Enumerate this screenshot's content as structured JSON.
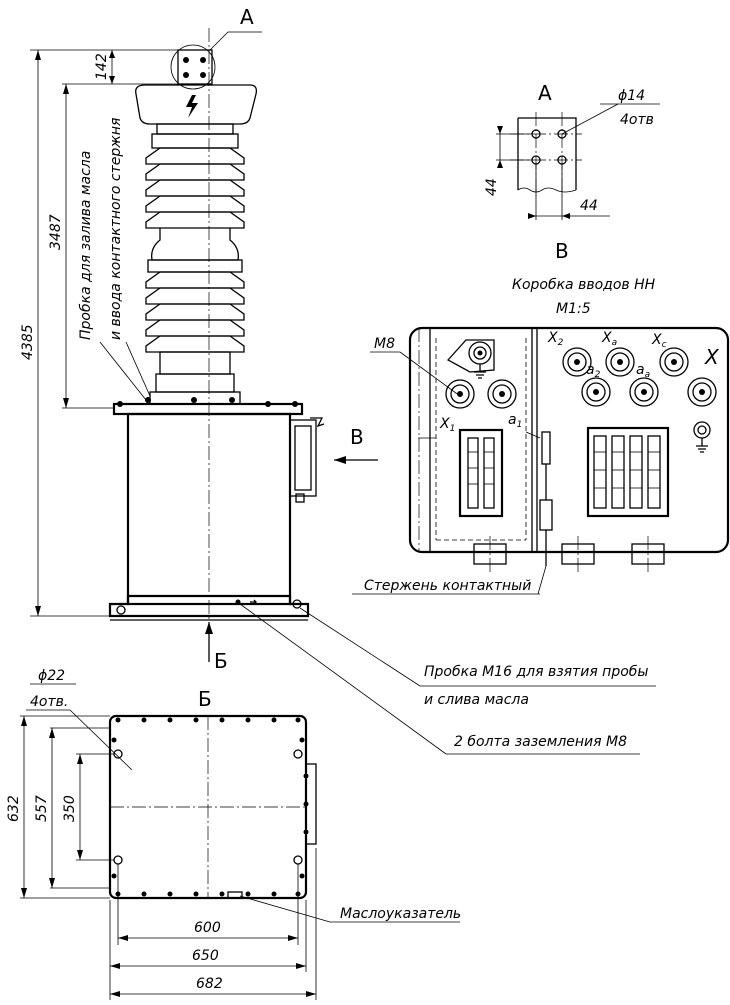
{
  "labels": {
    "view_a_marker": "A",
    "view_a_title": "A",
    "view_b_marker": "B",
    "view_b_title": "B",
    "view_bb_marker": "Б",
    "view_bb_title": "Б"
  },
  "dimensions": {
    "d142": "142",
    "d3487": "3487",
    "d4385": "4385",
    "hole_a_dia": "ϕ14",
    "hole_a_count": "4отв",
    "a44v": "44",
    "a44h": "44",
    "base_hole_dia": "ϕ22",
    "base_hole_count": "4отв.",
    "d632": "632",
    "d557": "557",
    "d350": "350",
    "d600": "600",
    "d650": "650",
    "d682": "682"
  },
  "notes": {
    "oil_plug": "Пробка для залива масла",
    "contact_rod_entry": "и ввода контактного стержня",
    "box_title": "Коробка вводов НН",
    "box_subtitle": "М1:5",
    "m8": "М8",
    "contact_rod": "Стержень контактный",
    "sample_plug_1": "Пробка М16 для взятия пробы",
    "sample_plug_2": "и слива масла",
    "ground_bolts": "2 болта заземления М8",
    "oil_gauge": "Маслоуказатель"
  },
  "terminals": {
    "x1": "X",
    "x1_sub": "1",
    "a1": "a",
    "a1_sub": "1",
    "x2": "X",
    "x2_sub": "2",
    "xa": "X",
    "xa_sub": "a",
    "xc": "X",
    "xc_sub": "c",
    "x": "X",
    "a2": "a",
    "a2_sub": "2",
    "aa": "a",
    "aa_sub": "a"
  }
}
